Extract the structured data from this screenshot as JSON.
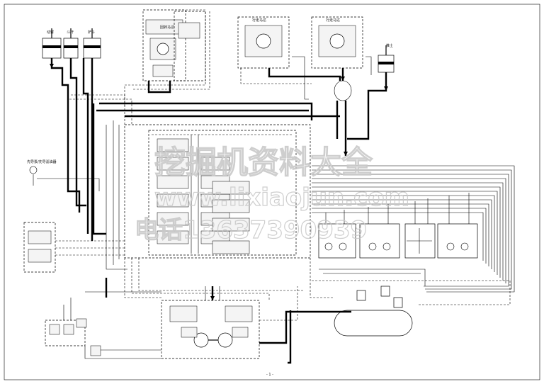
{
  "diagram": {
    "cylinders": {
      "boom": "动臂",
      "arm": "斗杆",
      "bucket": "铲斗",
      "dozer": "推土"
    },
    "travel_motor_left": "行走马达",
    "travel_motor_right": "行走马达",
    "swing_motor": "回转马达",
    "pilot_pump_label": "先导泵/先导滤油器",
    "page_number": "- 1 -",
    "watermark": {
      "line1": "挖掘机资料大全",
      "line2": "www.lixiaojun.com",
      "line3": "电话13637390939"
    }
  }
}
